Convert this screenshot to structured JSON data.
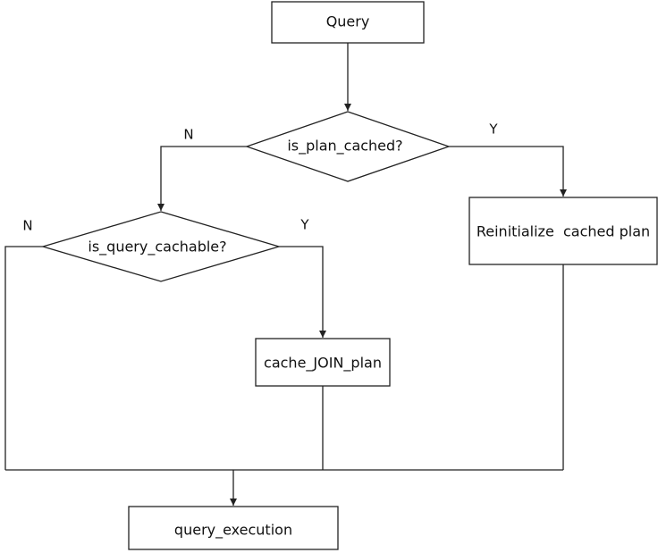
{
  "nodes": {
    "query": "Query",
    "is_plan_cached": "is_plan_cached?",
    "reinitialize": "Reinitialize  cached plan",
    "is_query_cachable": "is_query_cachable?",
    "cache_join_plan": "cache_JOIN_plan",
    "query_execution": "query_execution"
  },
  "branches": {
    "plan_cached_no": "N",
    "plan_cached_yes": "Y",
    "query_cachable_no": "N",
    "query_cachable_yes": "Y"
  }
}
